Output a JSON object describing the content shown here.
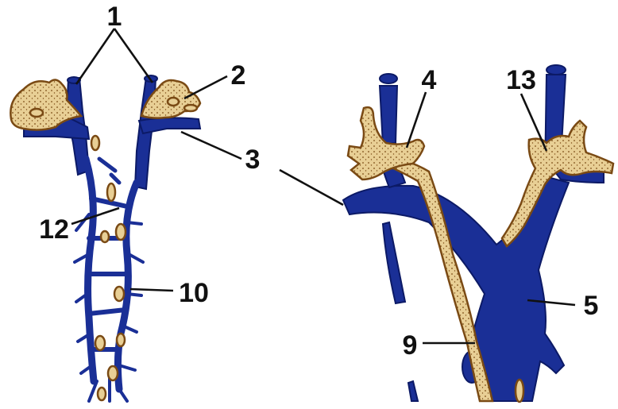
{
  "labels": {
    "l1": "1",
    "l2": "2",
    "l3": "3",
    "l4": "4",
    "l5": "5",
    "l9": "9",
    "l10": "10",
    "l12": "12",
    "l13": "13"
  },
  "colors": {
    "vein": "#1a2f96",
    "lymph_fill": "#e8cf95",
    "lymph_outline": "#7a4a14",
    "label": "#111111"
  }
}
